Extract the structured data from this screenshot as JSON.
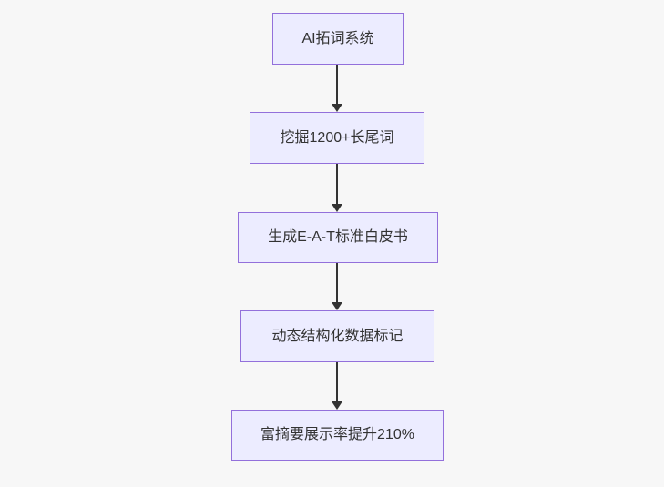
{
  "diagram": {
    "type": "flowchart",
    "direction": "top-down",
    "nodes": [
      {
        "label": "AI拓词系统"
      },
      {
        "label": "挖掘1200+长尾词"
      },
      {
        "label": "生成E-A-T标准白皮书"
      },
      {
        "label": "动态结构化数据标记"
      },
      {
        "label": "富摘要展示率提升210%"
      }
    ],
    "edges": [
      {
        "from": 0,
        "to": 1
      },
      {
        "from": 1,
        "to": 2
      },
      {
        "from": 2,
        "to": 3
      },
      {
        "from": 3,
        "to": 4
      }
    ],
    "colors": {
      "node_fill": "#ECECFF",
      "node_border": "#9370DB",
      "edge": "#333333",
      "text": "#333333",
      "background": "#F7F7F7"
    }
  }
}
